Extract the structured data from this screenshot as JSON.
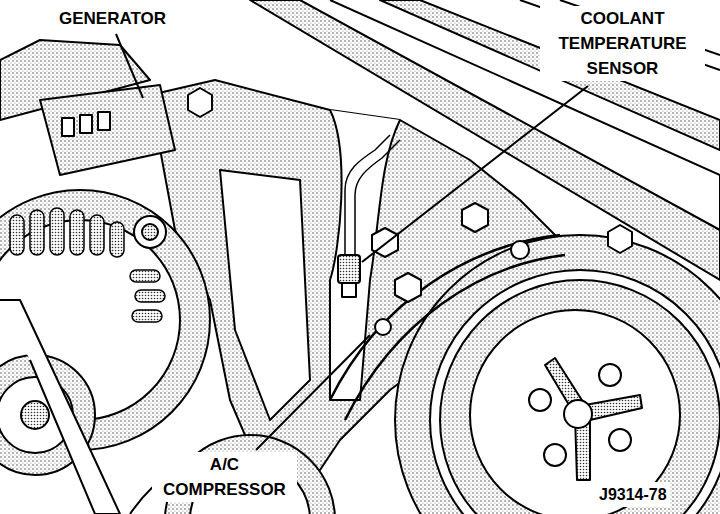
{
  "diagram": {
    "labels": [
      "GENERATOR",
      "COOLANT TEMPERATURE SENSOR",
      "A/C COMPRESSOR",
      "J9314-78"
    ]
  }
}
